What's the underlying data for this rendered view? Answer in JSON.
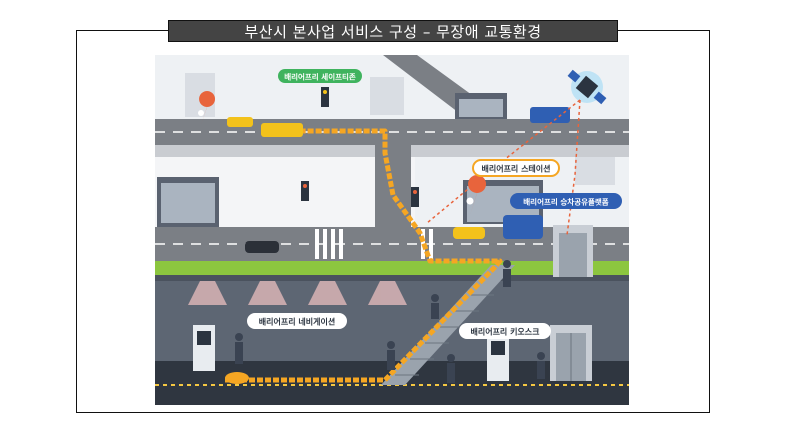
{
  "title": "부산시 본사업 서비스 구성 – 무장애 교통환경",
  "labels": {
    "safety_zone": "배리어프리 세이프티존",
    "station": "배리어프리 스테이션",
    "ride_share": "배리어프리 승차공유플랫폼",
    "navigation": "배리어프리 네비게이션",
    "kiosk": "배리어프리 키오스크"
  },
  "colors": {
    "title_bg": "#444444",
    "route": "#f5a623",
    "green_label": "#3fb35e",
    "dark_label": "#2b3440",
    "road": "#7b7f85",
    "grass": "#8cc63f",
    "pin": "#e8643c"
  },
  "icons": [
    "location-pin-icon",
    "satellite-icon",
    "traffic-light-icon",
    "kiosk-icon",
    "elevator-icon"
  ]
}
